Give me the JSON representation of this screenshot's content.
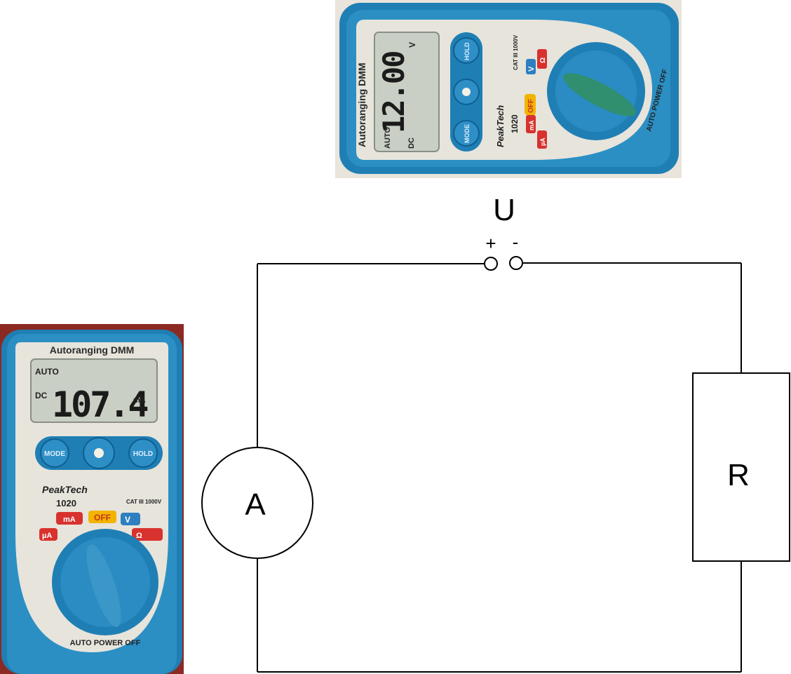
{
  "circuit": {
    "voltage_label": "U",
    "plus": "+",
    "minus": "-",
    "ammeter_label": "A",
    "resistor_label": "R"
  },
  "voltmeter": {
    "title": "Autoranging DMM",
    "auto": "AUTO",
    "dc": "DC",
    "reading": "12.00",
    "unit": "V",
    "brand": "PeakTech",
    "model": "1020",
    "cat": "CAT III 1000V",
    "off": "OFF",
    "auto_power_off": "AUTO POWER OFF",
    "buttons": [
      "HOLD",
      "MODE"
    ],
    "ranges": [
      "V",
      "Ω",
      "mA",
      "µA"
    ]
  },
  "ammeter": {
    "title": "Autoranging DMM",
    "auto": "AUTO",
    "dc": "DC",
    "reading": "107.4",
    "unit": "mA",
    "brand": "PeakTech",
    "model": "1020",
    "cat": "CAT III 1000V",
    "off": "OFF",
    "auto_power_off": "AUTO POWER OFF",
    "buttons": [
      "MODE",
      "HOLD"
    ],
    "ranges": [
      "mA",
      "µA",
      "V",
      "Ω"
    ]
  },
  "colors": {
    "meter_blue": "#1f7fb4",
    "meter_dark_blue": "#0f5f8f",
    "faceplate": "#e7e4dc",
    "lcd": "#c9cfc4",
    "knob_green": "#2f8f6f",
    "off_yellow": "#f2b400",
    "range_red": "#d8322e"
  }
}
